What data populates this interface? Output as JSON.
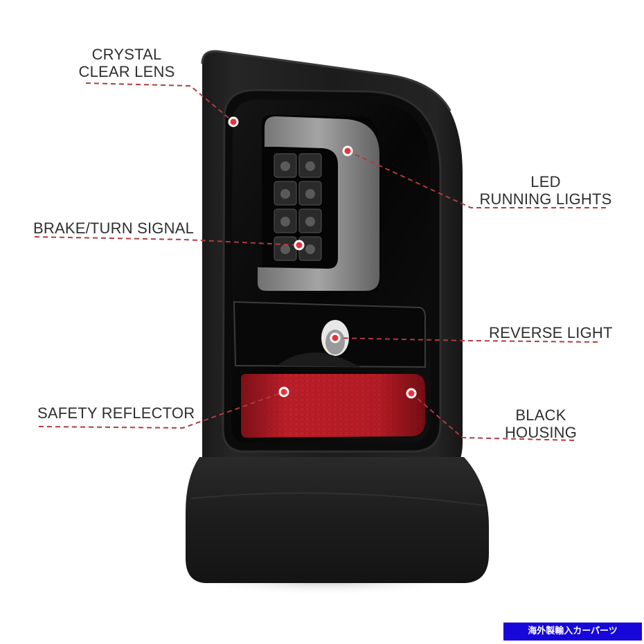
{
  "callouts": {
    "crystal_clear_lens": {
      "line1": "CRYSTAL",
      "line2": "CLEAR LENS"
    },
    "led_running_lights": {
      "line1": "LED",
      "line2": "RUNNING LIGHTS"
    },
    "brake_turn_signal": {
      "text": "BRAKE/TURN SIGNAL"
    },
    "reverse_light": {
      "text": "REVERSE LIGHT"
    },
    "safety_reflector": {
      "text": "SAFETY REFLECTOR"
    },
    "black_housing": {
      "line1": "BLACK",
      "line2": "HOUSING"
    }
  },
  "badge": {
    "text": "海外製輸入カーパーツ"
  },
  "colors": {
    "callout_line": "#b13a40",
    "callout_dot": "#e8333d",
    "badge_background": "#1707d8",
    "reflector_red": "#c0202a",
    "housing_black": "#111111"
  }
}
